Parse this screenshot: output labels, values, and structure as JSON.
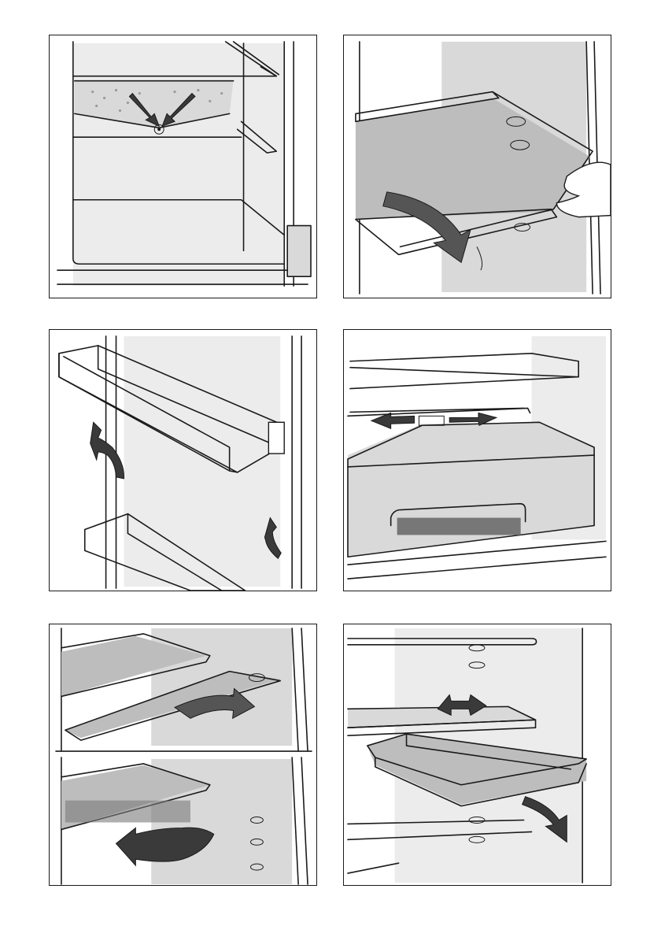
{
  "figures": [
    {
      "id": "defrost-drain-channel"
    },
    {
      "id": "remove-glass-shelf"
    },
    {
      "id": "remove-door-shelf"
    },
    {
      "id": "adjust-crisper-divider"
    },
    {
      "id": "shorten-split-shelf"
    },
    {
      "id": "remove-chiller-tray"
    }
  ],
  "colors": {
    "line": "#1a1a1a",
    "shade": "#d9d9d9",
    "arrow": "#555555"
  }
}
